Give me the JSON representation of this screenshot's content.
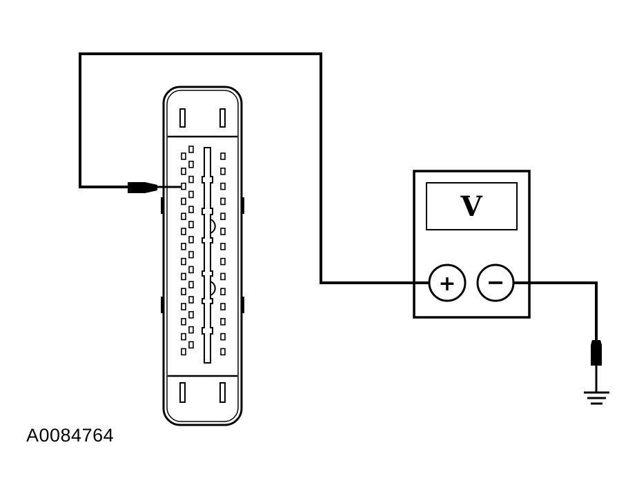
{
  "figure_id": "A0084764",
  "voltmeter": {
    "display_symbol": "V",
    "positive_terminal": "+",
    "negative_terminal": "−"
  },
  "connector": {
    "left_column_pins": 14,
    "right_column_pins": 14
  },
  "colors": {
    "ink": "#000000",
    "background": "#ffffff"
  }
}
